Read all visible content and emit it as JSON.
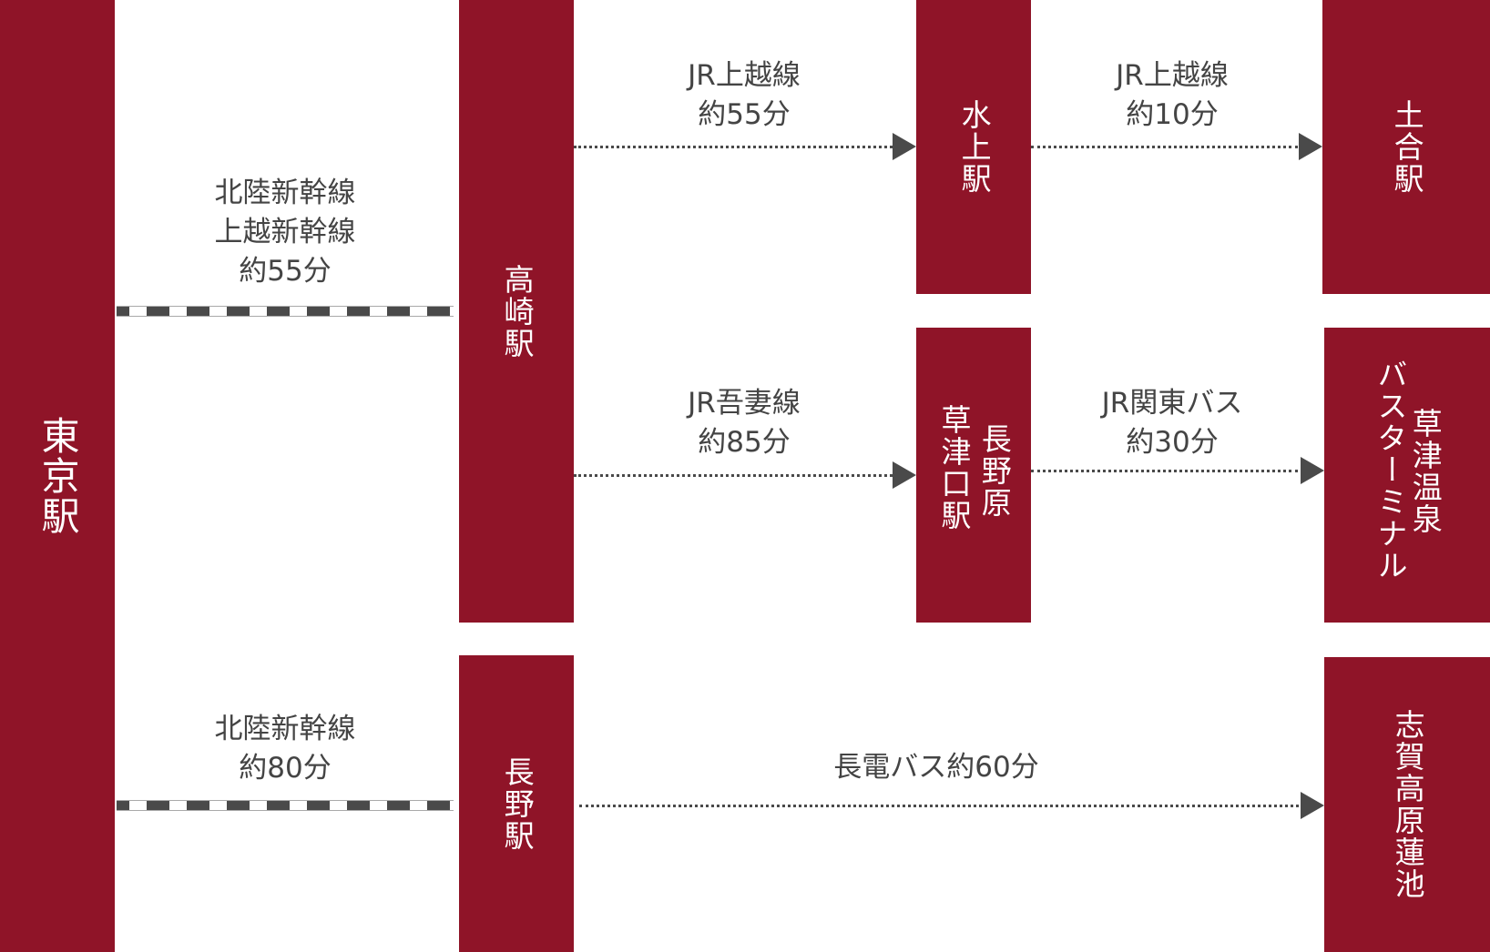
{
  "colors": {
    "station": "#8f1428",
    "line": "#4a4a4a"
  },
  "stations": {
    "tokyo": "東京駅",
    "takasaki": "高崎駅",
    "nagano": "長野駅",
    "minakami": "水上駅",
    "naganohara_a": "長野原",
    "naganohara_b": "草津口駅",
    "doai": "土合駅",
    "kusatsu_a": "草津温泉",
    "kusatsu_b": "バスターミナル",
    "shiga": "志賀高原蓮池"
  },
  "routes": {
    "tokyo_takasaki": [
      "北陸新幹線",
      "上越新幹線",
      "約55分"
    ],
    "tokyo_nagano": [
      "北陸新幹線",
      "約80分"
    ],
    "takasaki_minakami": [
      "JR上越線",
      "約55分"
    ],
    "minakami_doai": [
      "JR上越線",
      "約10分"
    ],
    "takasaki_naganohara": [
      "JR吾妻線",
      "約85分"
    ],
    "naganohara_kusatsu": [
      "JR関東バス",
      "約30分"
    ],
    "nagano_shiga": "長電バス約60分"
  }
}
